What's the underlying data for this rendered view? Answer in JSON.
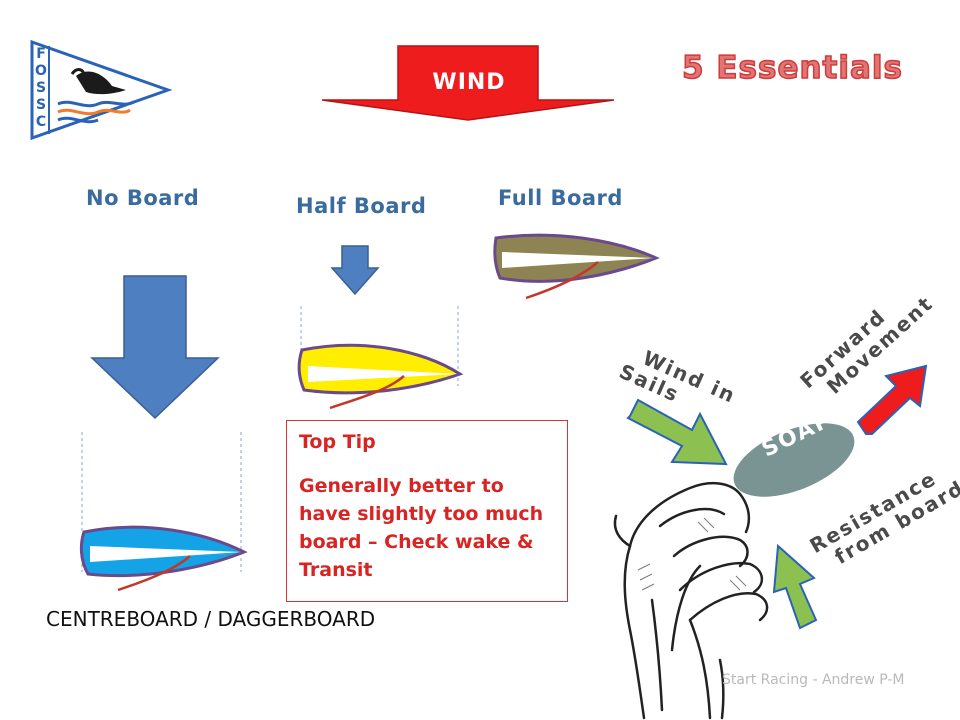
{
  "title": "5 Essentials",
  "wind_label": "WIND",
  "logo_letters": [
    "F",
    "O",
    "S",
    "S",
    "C"
  ],
  "board_labels": {
    "no": "No  Board",
    "half": "Half  Board",
    "full": "Full Board"
  },
  "tip": {
    "title": "Top Tip",
    "body": "Generally better to have slightly too much board – Check wake & Transit"
  },
  "soap": "SOAP",
  "forces": {
    "wind_line1": "Wind in",
    "wind_line2": "Sails",
    "forward_line1": "Forward",
    "forward_line2": "Movement",
    "resistance_line1": "Resistance",
    "resistance_line2": "from board"
  },
  "centreboard_label": "CENTREBOARD / DAGGERBOARD",
  "footer": "Start Racing - Andrew P-M",
  "colors": {
    "label_blue": "#3a6b9e",
    "arrow_blue": "#4e7fc0",
    "wind_red": "#ee1c1c",
    "tip_red": "#d92424",
    "green_arrow": "#8cc152",
    "soap_grey": "#7a9494",
    "hull_full": "#8e8453",
    "hull_half": "#ffee00",
    "hull_no": "#14a3e6"
  }
}
